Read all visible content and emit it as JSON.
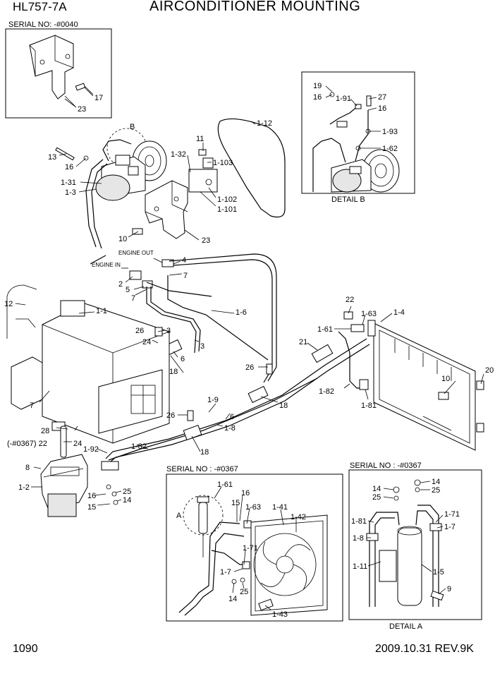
{
  "header": {
    "model": "HL757-7A",
    "title": "AIRCONDITIONER MOUNTING"
  },
  "footer": {
    "page_number": "1090",
    "revision": "2009.10.31  REV.9K"
  },
  "insets": {
    "serial_top_left": "SERIAL NO: -#0040",
    "serial_bottom_mid": "SERIAL NO : -#0367",
    "serial_bottom_right": "SERIAL NO : -#0367",
    "detail_b": "DETAIL B",
    "detail_a": "DETAIL A"
  },
  "annotations": {
    "engine_out": "ENGINE OUT",
    "engine_in": "ENGINE IN",
    "circle_a": "A",
    "circle_b": "B"
  },
  "labels": {
    "p17": "17",
    "p23a": "23",
    "p19": "19",
    "p16b1": "16",
    "p191": "1-91",
    "p27": "27",
    "p16b2": "16",
    "p193": "1-93",
    "p162": "1-62",
    "p13": "13",
    "p16a": "16",
    "p131": "1-31",
    "p13b": "1-3",
    "p132": "1-32",
    "p11": "11",
    "p1103": "1-103",
    "p1102": "1-102",
    "p1101": "1-101",
    "p112": "1-12",
    "p10a": "10",
    "p23b": "23",
    "p4": "4",
    "p7a": "7",
    "p2": "2",
    "p5": "5",
    "p7b": "7",
    "p12": "12",
    "p11b": "1-1",
    "p16": "1-6",
    "p22": "22",
    "p163": "1-63",
    "p14": "1-4",
    "p161": "1-61",
    "p21": "21",
    "p26a": "26",
    "p3a": "3",
    "p24a": "24",
    "p3b": "3",
    "p6a": "6",
    "p18a": "18",
    "p26b": "26",
    "p10b": "10",
    "p20": "20",
    "p182": "1-82",
    "p181": "1-81",
    "p7c": "7",
    "p19b": "1-9",
    "p18b": "18",
    "p6b": "6",
    "p26c": "26",
    "p18c": "1-8",
    "p28": "28",
    "p22b": "(-#0367) 22",
    "p24b": "24",
    "p192": "1-92",
    "p182b": "1-82",
    "p18d": "18",
    "p8": "8",
    "p12b": "1-2",
    "p16c": "16",
    "p25a": "25",
    "p15a": "15",
    "p14a": "14",
    "m161": "1-61",
    "m16": "16",
    "m15": "15",
    "m163": "1-63",
    "m141": "1-41",
    "m142": "1-42",
    "m171": "1-71",
    "m17": "1-7",
    "m14": "14",
    "m25": "25",
    "m143": "1-43",
    "r14a": "14",
    "r14b": "14",
    "r25a": "25",
    "r25b": "25",
    "r181": "1-81",
    "r171": "1-71",
    "r18": "1-8",
    "r17": "1-7",
    "r111": "1-11",
    "r15": "1-5",
    "r9": "9"
  }
}
